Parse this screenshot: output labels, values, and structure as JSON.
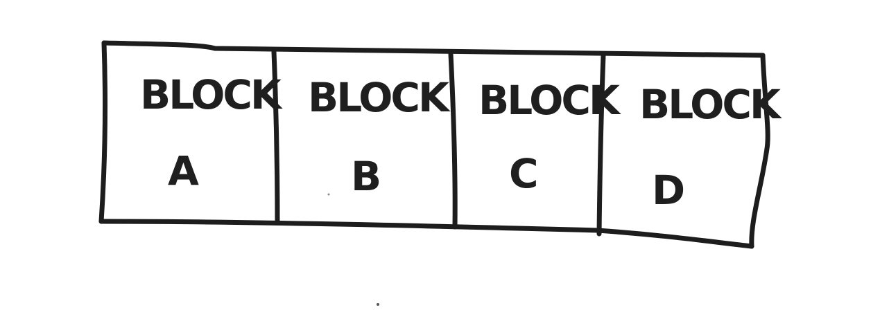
{
  "diagram": {
    "blocks": [
      {
        "word": "BLOCK",
        "letter": "A"
      },
      {
        "word": "BLOCK",
        "letter": "B"
      },
      {
        "word": "BLOCK",
        "letter": "C"
      },
      {
        "word": "BLOCK",
        "letter": "D"
      }
    ]
  }
}
